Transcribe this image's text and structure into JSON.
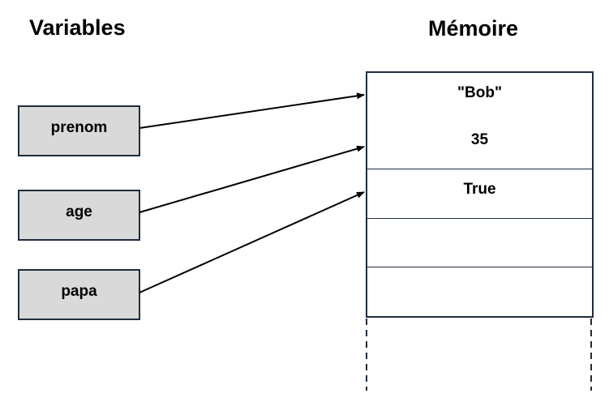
{
  "titles": {
    "variables": "Variables",
    "memory": "Mémoire"
  },
  "variables": [
    {
      "name": "prenom",
      "points_to": 0
    },
    {
      "name": "age",
      "points_to": 1
    },
    {
      "name": "papa",
      "points_to": 2
    }
  ],
  "memory_cells": [
    {
      "value": "\"Bob\""
    },
    {
      "value": "35"
    },
    {
      "value": "True"
    },
    {
      "value": ""
    },
    {
      "value": ""
    }
  ],
  "colors": {
    "variable_box_fill": "#d9d9d9",
    "border": "#1f2d3d",
    "arrow": "#000000"
  }
}
